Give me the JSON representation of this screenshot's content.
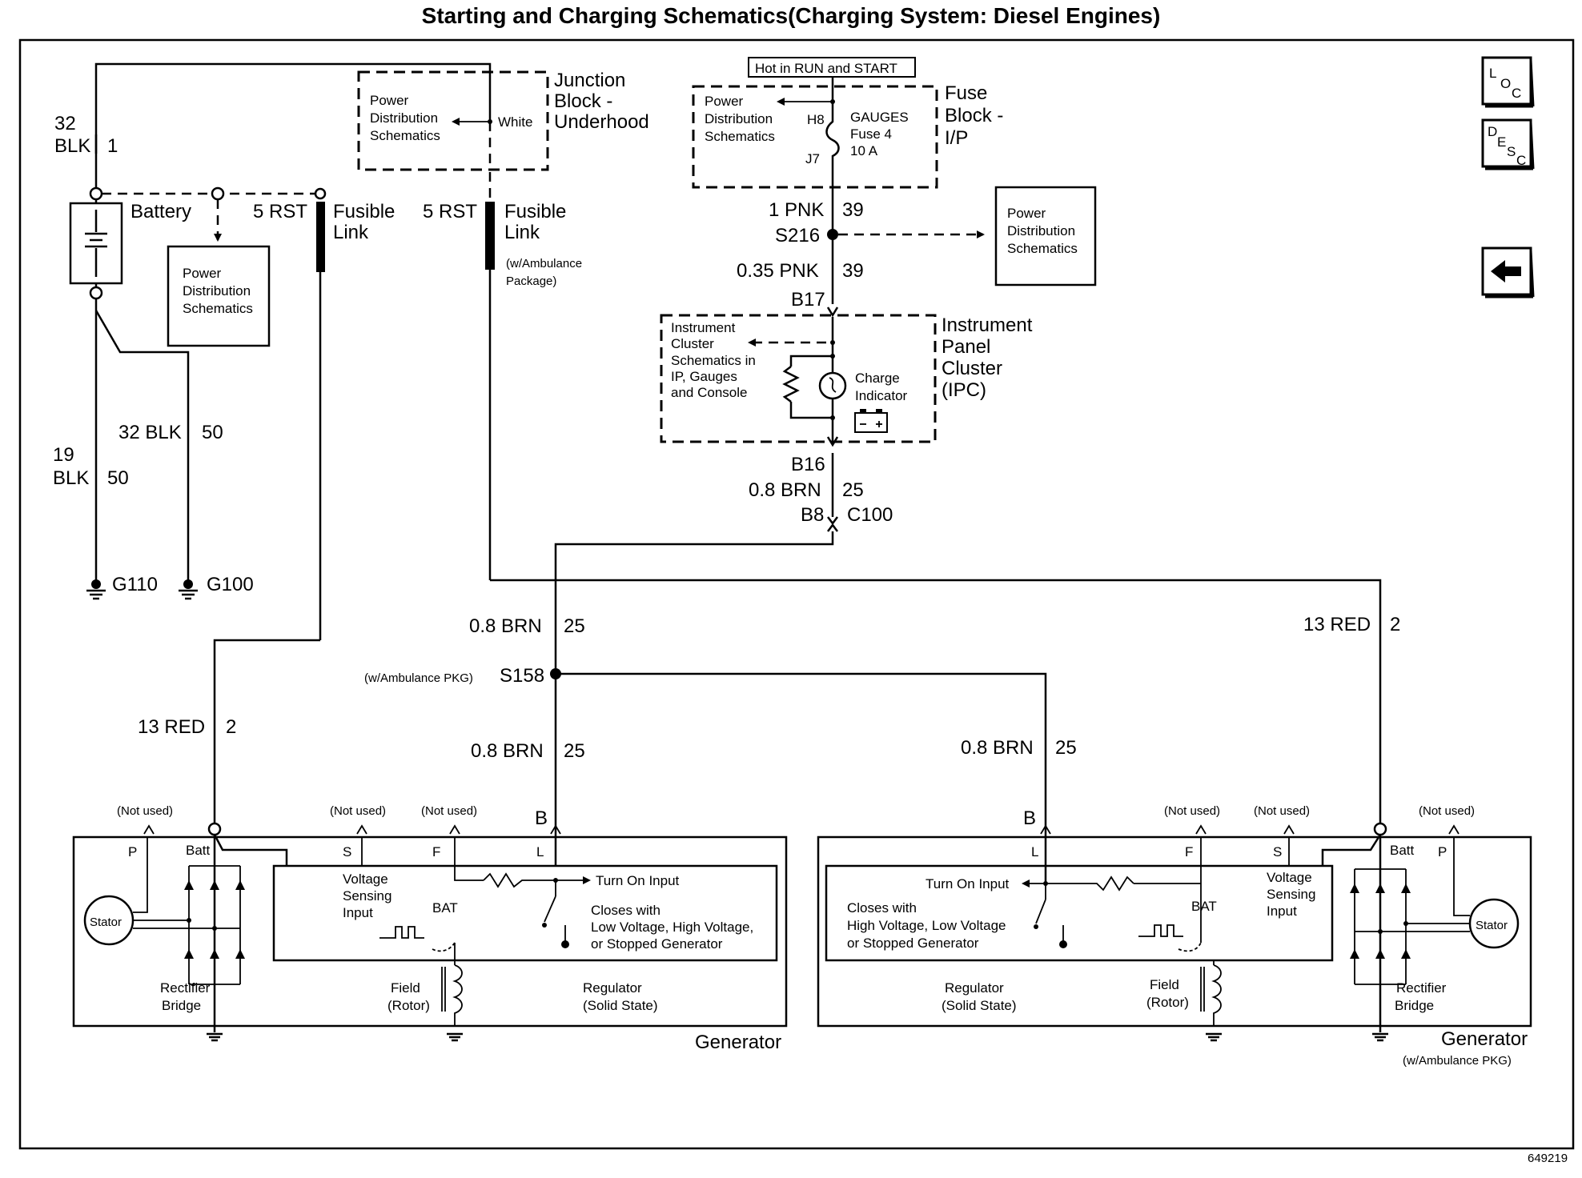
{
  "title": "Starting and Charging Schematics(Charging System: Diesel Engines)",
  "figure_number": "649219",
  "nav": {
    "loc_top": "L",
    "loc_sub": "O",
    "loc_sub2": "C",
    "desc_top": "D",
    "desc_sub": "E",
    "desc_sub2": "S",
    "desc_sub3": "C"
  },
  "junction_block": {
    "title_line1": "Junction",
    "title_line2": "Block -",
    "title_line3": "Underhood",
    "pd_line1": "Power",
    "pd_line2": "Distribution",
    "pd_line3": "Schematics",
    "wire": "White"
  },
  "fuse_block": {
    "hot_label": "Hot in RUN and START",
    "title_line1": "Fuse",
    "title_line2": "Block -",
    "title_line3": "I/P",
    "pd_line1": "Power",
    "pd_line2": "Distribution",
    "pd_line3": "Schematics",
    "pin_in": "H8",
    "pin_out": "J7",
    "fuse_line1": "GAUGES",
    "fuse_line2": "Fuse 4",
    "fuse_line3": "10 A"
  },
  "battery": {
    "label": "Battery",
    "top_wire_size": "32",
    "top_wire_color": "BLK",
    "top_circuit": "1",
    "pd_line1": "Power",
    "pd_line2": "Distribution",
    "pd_line3": "Schematics"
  },
  "grounds": {
    "g110_wire_size": "19",
    "g110_wire_color": "BLK",
    "g110_circuit": "50",
    "g110": "G110",
    "g100_wire": "32 BLK",
    "g100_circuit": "50",
    "g100": "G100"
  },
  "fusible_links": {
    "left_wire": "5 RST",
    "left_line1": "Fusible",
    "left_line2": "Link",
    "right_wire": "5 RST",
    "right_line1": "Fusible",
    "right_line2": "Link",
    "right_note1": "(w/Ambulance",
    "right_note2": "Package)"
  },
  "splices": {
    "s216_wire_top": "1 PNK",
    "s216_circuit_top": "39",
    "s216": "S216",
    "s216_wire_bot": "0.35 PNK",
    "s216_circuit_bot": "39",
    "pd_line1": "Power",
    "pd_line2": "Distribution",
    "pd_line3": "Schematics",
    "s158_note": "(w/Ambulance PKG)",
    "s158": "S158"
  },
  "ipc": {
    "pin_in": "B17",
    "pin_out": "B16",
    "title_line1": "Instrument",
    "title_line2": "Panel",
    "title_line3": "Cluster",
    "title_line4": "(IPC)",
    "ref_line1": "Instrument",
    "ref_line2": "Cluster",
    "ref_line3": "Schematics in",
    "ref_line4": "IP, Gauges",
    "ref_line5": "and Console",
    "indicator_line1": "Charge",
    "indicator_line2": "Indicator"
  },
  "connectors": {
    "brn_wire": "0.8 BRN",
    "brn_circuit": "25",
    "c100_pin": "B8",
    "c100": "C100",
    "brn_a_wire": "0.8 BRN",
    "brn_a_circuit": "25",
    "brn_b_wire": "0.8 BRN",
    "brn_b_circuit": "25",
    "brn_c_wire": "0.8 BRN",
    "brn_c_circuit": "25",
    "red_left_wire": "13 RED",
    "red_left_circuit": "2",
    "red_right_wire": "13 RED",
    "red_right_circuit": "2"
  },
  "generator_left": {
    "label": "Generator",
    "not_used": "(Not used)",
    "term_p": "P",
    "term_s": "S",
    "term_f": "F",
    "term_l": "L",
    "term_b": "B",
    "batt": "Batt",
    "stator": "Stator",
    "rect_line1": "Rectifier",
    "rect_line2": "Bridge",
    "vs_line1": "Voltage",
    "vs_line2": "Sensing",
    "vs_line3": "Input",
    "bat": "BAT",
    "turn_on": "Turn On Input",
    "closes_line1": "Closes with",
    "closes_line2": "Low Voltage, High Voltage,",
    "closes_line3": "or Stopped Generator",
    "field_line1": "Field",
    "field_line2": "(Rotor)",
    "reg_line1": "Regulator",
    "reg_line2": "(Solid State)"
  },
  "generator_right": {
    "label": "Generator",
    "sublabel": "(w/Ambulance PKG)",
    "not_used": "(Not used)",
    "term_p": "P",
    "term_s": "S",
    "term_f": "F",
    "term_l": "L",
    "term_b": "B",
    "batt": "Batt",
    "stator": "Stator",
    "rect_line1": "Rectifier",
    "rect_line2": "Bridge",
    "vs_line1": "Voltage",
    "vs_line2": "Sensing",
    "vs_line3": "Input",
    "bat": "BAT",
    "turn_on": "Turn On Input",
    "closes_line1": "Closes with",
    "closes_line2": "High Voltage, Low Voltage",
    "closes_line3": "or Stopped Generator",
    "field_line1": "Field",
    "field_line2": "(Rotor)",
    "reg_line1": "Regulator",
    "reg_line2": "(Solid State)"
  }
}
